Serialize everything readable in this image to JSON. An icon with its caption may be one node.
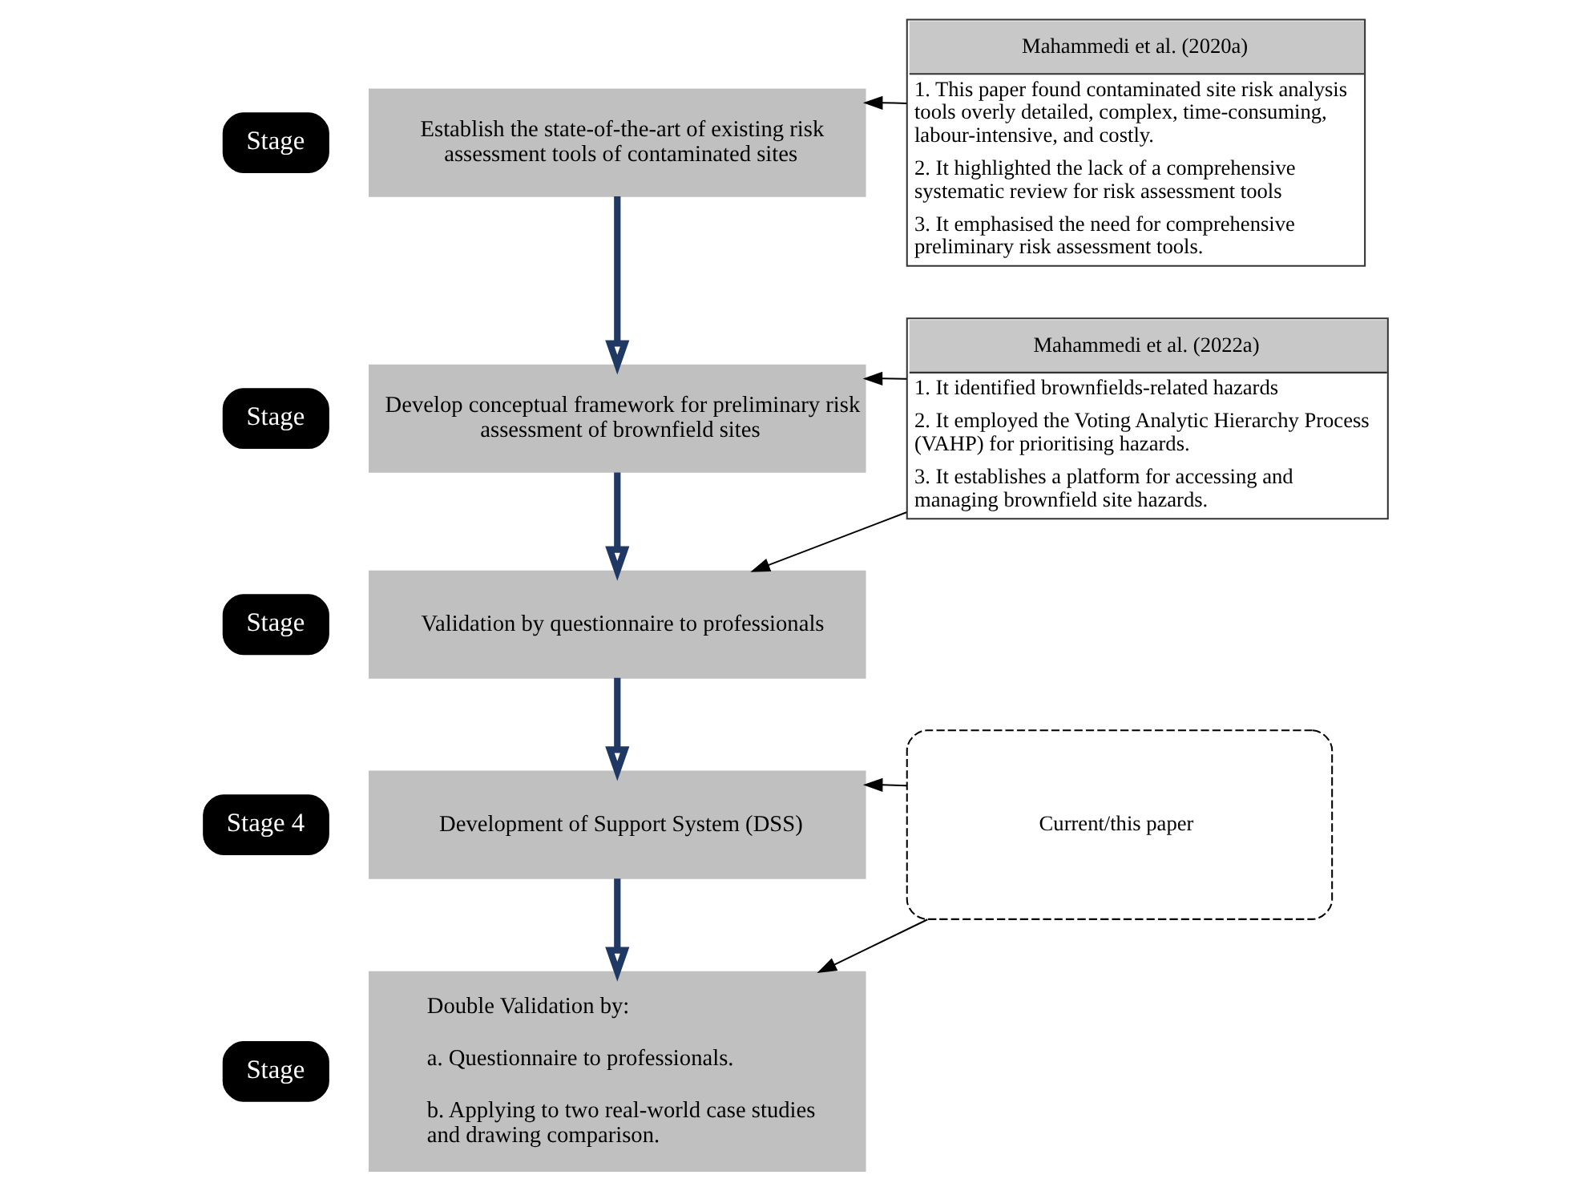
{
  "diagram": {
    "nodes": [
      {
        "text": [
          "Stage"
        ]
      },
      {
        "text": [
          "Establish the state-of-the-art of existing risk assessment tools of contaminated sites"
        ]
      },
      {
        "text": [
          "Mahammedi et al. (2020a)",
          "1. This paper found contaminated site risk analysis tools overly detailed, complex, time-consuming, labour-intensive, and costly.",
          "2. It highlighted the lack of a comprehensive systematic review for risk assessment tools",
          "3. It emphasised the need for comprehensive preliminary risk assessment tools."
        ]
      },
      {
        "text": [
          "Stage"
        ]
      },
      {
        "text": [
          "Develop conceptual framework for preliminary risk assessment of brownfield sites"
        ]
      },
      {
        "text": [
          "Mahammedi et al. (2022a)",
          "1. It identified brownfields-related hazards",
          "2. It employed the Voting Analytic Hierarchy Process (VAHP) for prioritising hazards.",
          "3. It establishes a platform for accessing and managing brownfield site hazards."
        ]
      },
      {
        "text": [
          "Stage"
        ]
      },
      {
        "text": [
          "Validation by questionnaire to professionals"
        ]
      },
      {
        "text": [
          "Stage 4"
        ]
      },
      {
        "text": [
          "Development of Support System (DSS)"
        ]
      },
      {
        "text": [
          "Current/this paper"
        ]
      },
      {
        "text": [
          "Stage"
        ]
      },
      {
        "text": [
          "Double Validation by:",
          "a. Questionnaire to professionals.",
          "b. Applying to two real-world case studies and drawing comparison."
        ]
      }
    ],
    "edges": [
      {
        "from": 2,
        "to": 1,
        "arrow": "to"
      },
      {
        "from": 1,
        "to": 4,
        "arrow": "to",
        "style": "thick",
        "color": "#1f3864"
      },
      {
        "from": 5,
        "to": 4,
        "arrow": "to"
      },
      {
        "from": 5,
        "to": 7,
        "arrow": "to"
      },
      {
        "from": 4,
        "to": 7,
        "arrow": "to",
        "style": "thick",
        "color": "#1f3864"
      },
      {
        "from": 7,
        "to": 9,
        "arrow": "to",
        "style": "thick",
        "color": "#1f3864"
      },
      {
        "from": 10,
        "to": 9,
        "arrow": "to"
      },
      {
        "from": 9,
        "to": 12,
        "arrow": "to",
        "style": "thick",
        "color": "#1f3864"
      },
      {
        "from": 10,
        "to": 12,
        "arrow": "to"
      }
    ]
  }
}
